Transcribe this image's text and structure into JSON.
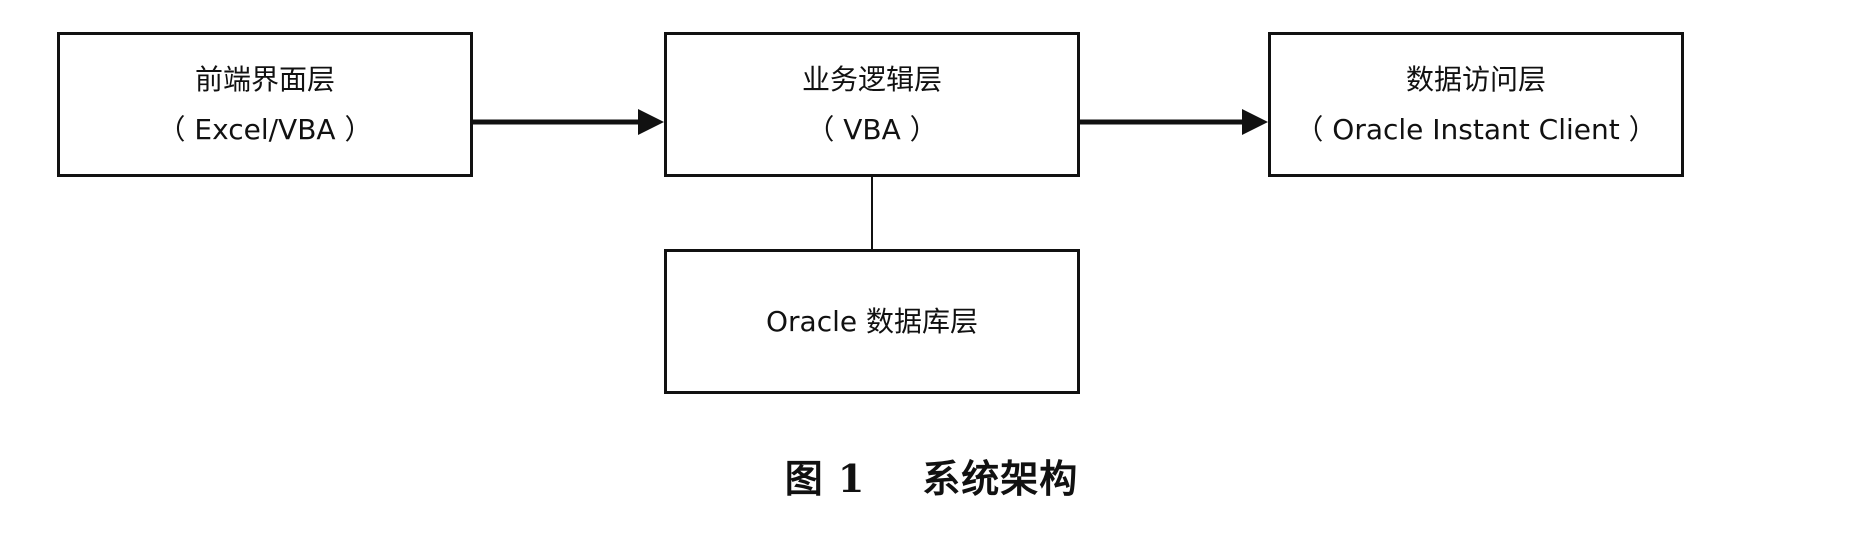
{
  "diagram": {
    "nodes": [
      {
        "id": "frontend",
        "line1": "前端界面层",
        "line2": "（ Excel/VBA ）"
      },
      {
        "id": "business",
        "line1": "业务逻辑层",
        "line2": "（ VBA ）"
      },
      {
        "id": "access",
        "line1": "数据访问层",
        "line2": "（ Oracle Instant Client ）"
      },
      {
        "id": "database",
        "line1": "Oracle 数据库层"
      }
    ],
    "edges": [
      {
        "from": "frontend",
        "to": "business",
        "style": "arrow"
      },
      {
        "from": "business",
        "to": "access",
        "style": "arrow"
      },
      {
        "from": "business",
        "to": "database",
        "style": "line"
      }
    ],
    "caption": "图 1    系统架构"
  }
}
